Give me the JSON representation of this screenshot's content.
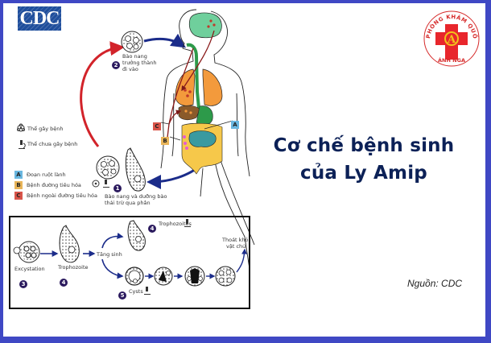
{
  "logos": {
    "cdc": "CDC",
    "clinic": {
      "arc_text": "PHÒNG KHÁM QUỐC TẾ",
      "bottom_text": "ÁNH NGA",
      "emblem_letter": "A",
      "colors": {
        "cross": "#e8262c",
        "ring": "#d62a2a",
        "emblem": "#f2c21b"
      }
    }
  },
  "title": {
    "line1": "Cơ chế bệnh sinh",
    "line2": "của Ly Amip",
    "color": "#0c2157"
  },
  "source": "Nguồn: CDC",
  "legend": {
    "infective_stage": "Thể gây bệnh",
    "diagnostic_stage": "Thể chưa gây bệnh",
    "outcomes": [
      {
        "key": "A",
        "label": "Đoạn ruột lành",
        "color": "#6ab7e0"
      },
      {
        "key": "B",
        "label": "Bệnh đường tiêu hóa",
        "color": "#e9b55a"
      },
      {
        "key": "C",
        "label": "Bệnh ngoài đường tiêu hóa",
        "color": "#d9554a"
      }
    ]
  },
  "stages": {
    "s1": {
      "number": "1",
      "label_line1": "Bào nang và dưỡng bào",
      "label_line2": "thải trừ qua phân"
    },
    "s2": {
      "number": "2",
      "label_line1": "Bào nang",
      "label_line2": "trưởng thành",
      "label_line3": "đi vào"
    },
    "s3": {
      "number": "3",
      "label": "Excystation"
    },
    "s4": {
      "number": "4",
      "label": "Trophozoite"
    },
    "s4b": {
      "number": "4",
      "label": "Trophozoites"
    },
    "s5": {
      "number": "5",
      "label": "Cysts"
    },
    "multiply": "Tăng sinh",
    "exit_line1": "Thoát khỏi",
    "exit_line2": "vật chủ"
  },
  "body_labels": {
    "a": "A",
    "b": "B",
    "c": "C"
  },
  "colors": {
    "frame": "#3f48c4",
    "arrow_red": "#d2232a",
    "arrow_blue": "#1b2c8a",
    "lung": "#f39a3c",
    "brain": "#6fcf9c",
    "gut_green": "#2d9a4a",
    "intestine_yellow": "#f6c84a",
    "colon_teal": "#3a9aa0",
    "liver": "#8a5a2a"
  }
}
